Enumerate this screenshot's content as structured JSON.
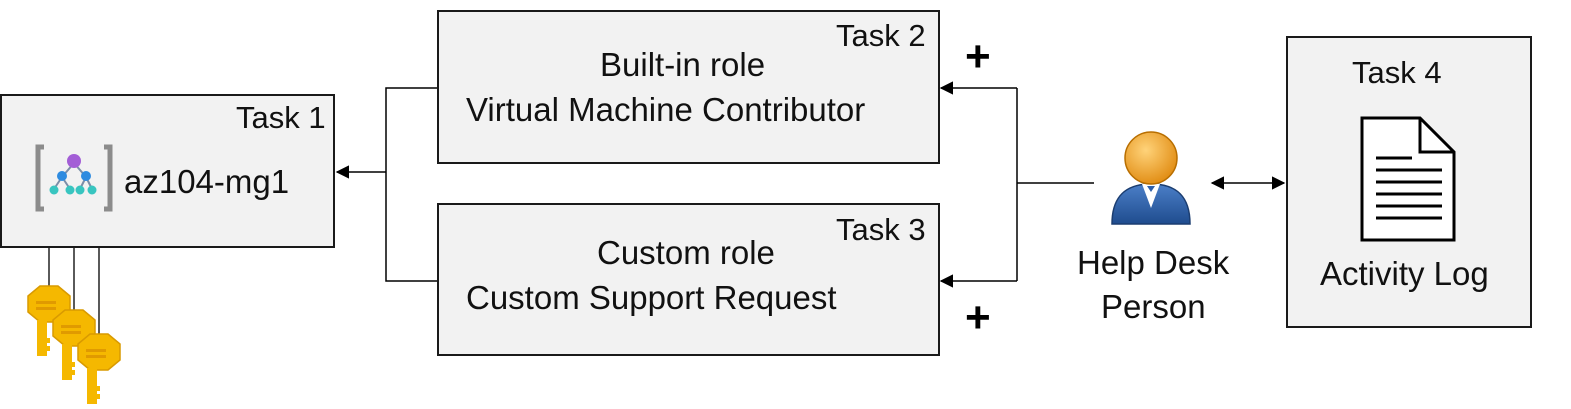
{
  "task1": {
    "label": "Task 1",
    "name": "az104-mg1"
  },
  "task2": {
    "label": "Task 2",
    "line1": "Built-in role",
    "line2": "Virtual Machine Contributor"
  },
  "task3": {
    "label": "Task 3",
    "line1": "Custom role",
    "line2": "Custom Support Request"
  },
  "task4": {
    "label": "Task 4",
    "caption": "Activity Log"
  },
  "person": {
    "line1": "Help Desk",
    "line2": "Person"
  },
  "plus_symbol": "+",
  "colors": {
    "box_fill": "#f2f2f2",
    "border": "#1a1a1a",
    "key_gold": "#f5b800",
    "person_head": "#f0a020",
    "person_body": "#2e5fa8"
  },
  "icons": [
    "management-group-icon",
    "key-icon",
    "person-icon",
    "document-icon"
  ]
}
